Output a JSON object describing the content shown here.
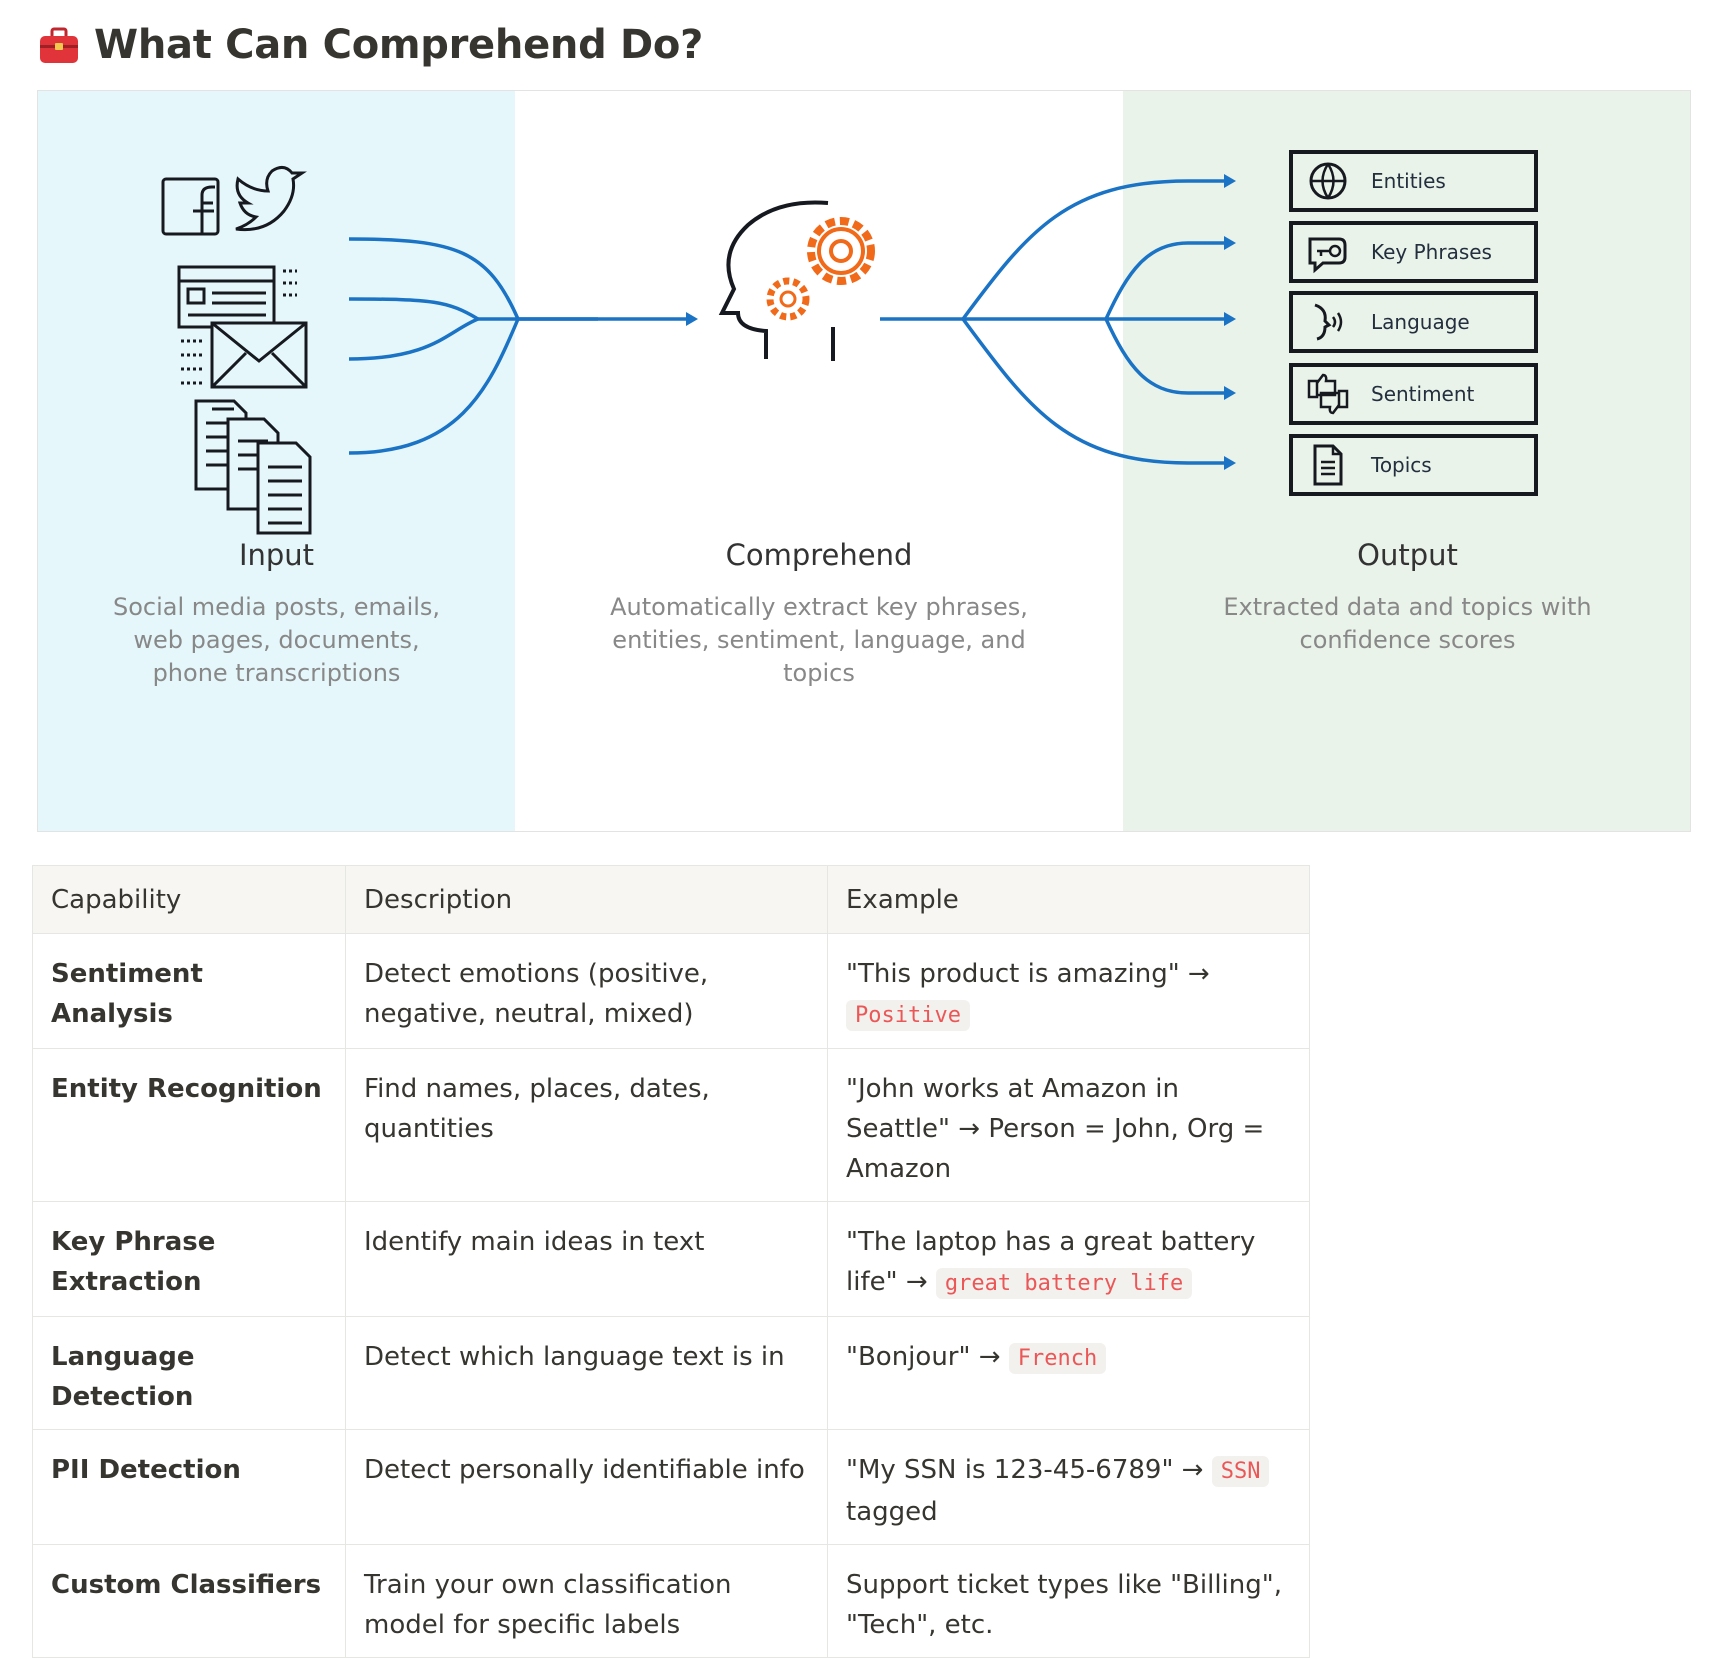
{
  "heading": {
    "title": "What Can Comprehend Do?",
    "icon": "toolbox-icon"
  },
  "diagram": {
    "input": {
      "title": "Input",
      "description_lines": [
        "Social media posts, emails,",
        "web pages, documents,",
        "phone transcriptions"
      ],
      "icons": [
        "facebook-icon",
        "twitter-icon",
        "webpage-icon",
        "email-icon",
        "documents-icon"
      ]
    },
    "comprehend": {
      "title": "Comprehend",
      "description_lines": [
        "Automatically extract key phrases,",
        "entities, sentiment, language, and",
        "topics"
      ],
      "icon": "head-gears-icon"
    },
    "output": {
      "title": "Output",
      "description_lines": [
        "Extracted data and topics with",
        "confidence scores"
      ],
      "items": [
        {
          "label": "Entities",
          "icon": "globe-people-icon"
        },
        {
          "label": "Key Phrases",
          "icon": "speech-key-icon"
        },
        {
          "label": "Language",
          "icon": "speaking-head-icon"
        },
        {
          "label": "Sentiment",
          "icon": "thumbs-icon"
        },
        {
          "label": "Topics",
          "icon": "document-icon"
        }
      ]
    },
    "colors": {
      "input_bg": "#e5f7fb",
      "output_bg": "#eaf3ea",
      "flow_line": "#1a73c4",
      "gear": "#f06a1a"
    }
  },
  "table": {
    "headers": [
      "Capability",
      "Description",
      "Example"
    ],
    "rows": [
      {
        "capability": "Sentiment Analysis",
        "description": "Detect emotions (positive, negative, neutral, mixed)",
        "example_text": "\"This product is amazing\" →",
        "example_code": "Positive",
        "example_after": ""
      },
      {
        "capability": "Entity Recognition",
        "description": "Find names, places, dates, quantities",
        "example_text": "\"John works at Amazon in Seattle\" → Person = John, Org = Amazon",
        "example_code": "",
        "example_after": ""
      },
      {
        "capability": "Key Phrase Extraction",
        "description": "Identify main ideas in text",
        "example_text": "\"The laptop has a great battery life\" →",
        "example_code": "great battery life",
        "example_after": ""
      },
      {
        "capability": "Language Detection",
        "description": "Detect which language text is in",
        "example_text": "\"Bonjour\" →",
        "example_code": "French",
        "example_after": ""
      },
      {
        "capability": "PII Detection",
        "description": "Detect personally identifiable info",
        "example_text": "\"My SSN is 123-45-6789\" →",
        "example_code": "SSN",
        "example_after": "tagged"
      },
      {
        "capability": "Custom Classifiers",
        "description": "Train your own classification model for specific labels",
        "example_text": "Support ticket types like \"Billing\", \"Tech\", etc.",
        "example_code": "",
        "example_after": ""
      }
    ],
    "code_color": "#eb5757"
  }
}
